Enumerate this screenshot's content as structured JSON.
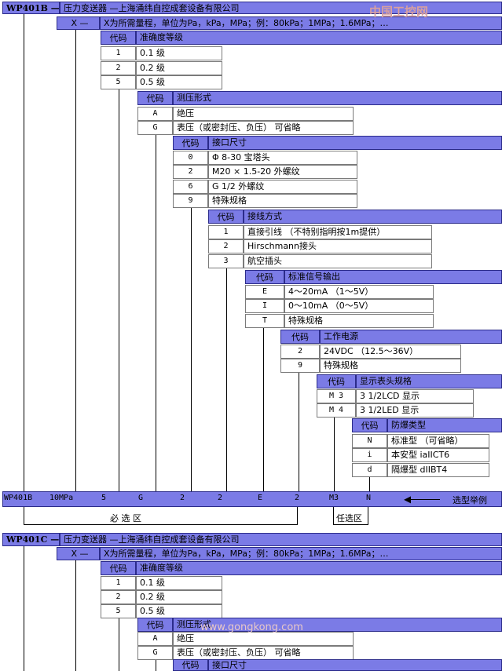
{
  "logo": {
    "text": "中国工控网"
  },
  "watermark": {
    "text": "www.gongkong.com"
  },
  "blocks": [
    {
      "model": "WP401B",
      "dash": "—",
      "title": "压力变送器 —上海涌纬自控成套设备有限公司",
      "x_label": "X —",
      "x_desc": "X为所需量程，单位为Pa，kPa，MPa；例：80kPa；1MPa；1.6MPa；…",
      "groups": [
        {
          "code_header": "代码",
          "header": "准确度等级",
          "rows": [
            {
              "code": "1",
              "text": "0.1 级"
            },
            {
              "code": "2",
              "text": "0.2 级"
            },
            {
              "code": "5",
              "text": "0.5 级"
            }
          ]
        },
        {
          "code_header": "代码",
          "header": "测压形式",
          "rows": [
            {
              "code": "A",
              "text": "绝压"
            },
            {
              "code": "G",
              "text": "表压（或密封压、负压）   可省略"
            }
          ]
        },
        {
          "code_header": "代码",
          "header": "接口尺寸",
          "rows": [
            {
              "code": "0",
              "text": "Φ 8-30            宝塔头"
            },
            {
              "code": "2",
              "text": "M20 × 1.5-20      外螺纹"
            },
            {
              "code": "6",
              "text": "G 1/2             外螺纹"
            },
            {
              "code": "9",
              "text": "特殊规格"
            }
          ]
        },
        {
          "code_header": "代码",
          "header": "接线方式",
          "rows": [
            {
              "code": "1",
              "text": "直接引线    （不特别指明按1m提供）"
            },
            {
              "code": "2",
              "text": "Hirschmann接头"
            },
            {
              "code": "3",
              "text": "航空插头"
            }
          ]
        },
        {
          "code_header": "代码",
          "header": "标准信号输出",
          "rows": [
            {
              "code": "E",
              "text": "4～20mA   （1～5V）"
            },
            {
              "code": "I",
              "text": "0～10mA   （0～5V）"
            },
            {
              "code": "T",
              "text": "特殊规格"
            }
          ]
        },
        {
          "code_header": "代码",
          "header": "工作电源",
          "rows": [
            {
              "code": "2",
              "text": "24VDC   （12.5～36V）"
            },
            {
              "code": "9",
              "text": "特殊规格"
            }
          ]
        },
        {
          "code_header": "代码",
          "header": "显示表头规格",
          "rows": [
            {
              "code": "M 3",
              "text": "3 1/2LCD 显示"
            },
            {
              "code": "M 4",
              "text": "3 1/2LED 显示"
            }
          ]
        },
        {
          "code_header": "代码",
          "header": "防爆类型",
          "rows": [
            {
              "code": "N",
              "text": "标准型  （可省略）"
            },
            {
              "code": "i",
              "text": "本安型   iaIICT6"
            },
            {
              "code": "d",
              "text": "隔爆型   dIIBT4"
            }
          ]
        }
      ],
      "example": {
        "parts": [
          "WP401B",
          "10MPa",
          "5",
          "G",
          "2",
          "2",
          "E",
          "2",
          "M3",
          "N"
        ],
        "label": "选型举例",
        "required": "必      选      区",
        "optional": "任选区"
      }
    },
    {
      "model": "WP401C",
      "dash": "—",
      "title": "压力变送器 —上海涌纬自控成套设备有限公司",
      "x_label": "X —",
      "x_desc": "X为所需量程，单位为Pa，kPa，MPa；例：80kPa；1MPa；1.6MPa；…",
      "groups": [
        {
          "code_header": "代码",
          "header": "准确度等级",
          "rows": [
            {
              "code": "1",
              "text": "0.1 级"
            },
            {
              "code": "2",
              "text": "0.2 级"
            },
            {
              "code": "5",
              "text": "0.5 级"
            }
          ]
        },
        {
          "code_header": "代码",
          "header": "测压形式",
          "rows": [
            {
              "code": "A",
              "text": "绝压"
            },
            {
              "code": "G",
              "text": "表压（或密封压、负压）   可省略"
            }
          ]
        },
        {
          "code_header": "代码",
          "header": "接口尺寸",
          "rows": []
        }
      ]
    }
  ]
}
